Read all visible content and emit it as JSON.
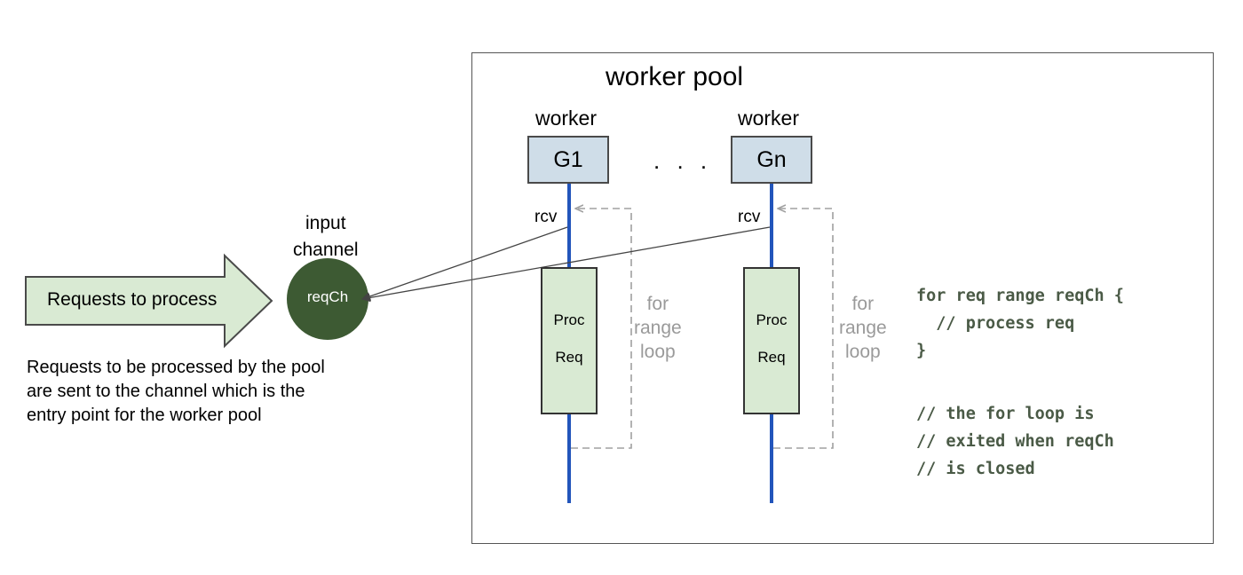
{
  "pool": {
    "title": "worker pool",
    "ellipsis": ". . .",
    "workers": [
      {
        "label": "worker",
        "name": "G1",
        "rcv": "rcv",
        "proc": [
          "Proc",
          "Req"
        ],
        "loop": "for\nrange\nloop"
      },
      {
        "label": "worker",
        "name": "Gn",
        "rcv": "rcv",
        "proc": [
          "Proc",
          "Req"
        ],
        "loop": "for\nrange\nloop"
      }
    ]
  },
  "requests": {
    "arrow_label": "Requests to process",
    "description": "Requests to be processed by the pool\nare sent to the channel which is the\nentry point for the worker pool"
  },
  "channel": {
    "label": "input\nchannel",
    "name": "reqCh"
  },
  "code": {
    "loop": "for req range reqCh {\n  // process req\n}",
    "comment": "// the for loop is\n// exited when reqCh\n// is closed"
  },
  "colors": {
    "worker_box": "#cfdde8",
    "proc_box": "#d9ead3",
    "arrow_fill": "#d9ead3",
    "channel": "#3d5a33",
    "timeline": "#2255bb",
    "loop_dash": "#a0a0a0",
    "code_text": "#4a5a46"
  }
}
